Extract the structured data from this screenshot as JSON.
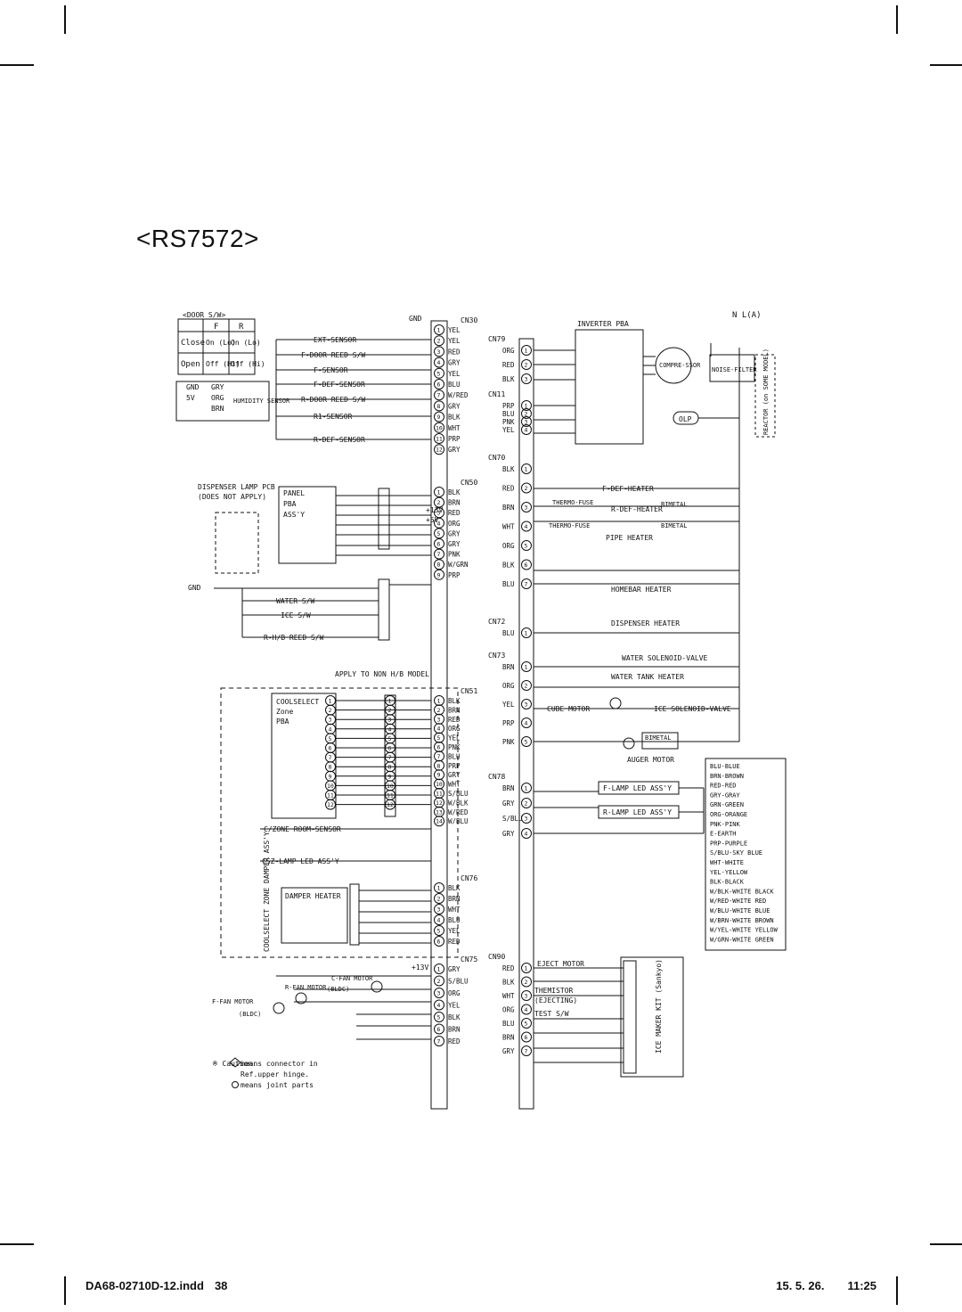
{
  "title": "<RS7572>",
  "footer": {
    "file": "DA68-02710D-12.indd",
    "page": "38",
    "date": "15. 5. 26.",
    "time": "11:25"
  },
  "door_table": {
    "header": "<DOOR S/W>",
    "cols": [
      "F",
      "R"
    ],
    "rows": [
      {
        "label": "Close",
        "f": "On (Lo)",
        "r": "On (Lo)"
      },
      {
        "label": "Open",
        "f": "Off (Hi)",
        "r": "Off (Hi)"
      }
    ]
  },
  "humidity": {
    "pins": [
      "GND",
      "5V",
      "ORG",
      "BRN",
      "GRY"
    ],
    "label": "HUMIDITY SENSOR"
  },
  "sensors": [
    "EXT-SENSOR",
    "F-DOOR REED S/W",
    "F-SENSOR",
    "F-DEF-SENSOR",
    "R-DOOR REED S/W",
    "R1-SENSOR",
    "R-DEF-SENSOR"
  ],
  "left_connectors": {
    "CN30": [
      "YEL",
      "YEL",
      "RED",
      "GRY",
      "YEL",
      "BLU",
      "W/RED",
      "GRY",
      "BLK",
      "WHT",
      "PRP",
      "GRY"
    ],
    "CN50": [
      "BLK",
      "BRN",
      "RED",
      "ORG",
      "GRY",
      "GRY",
      "PNK",
      "W/GRN",
      "PRP"
    ],
    "CN51": [
      "BLK",
      "BRN",
      "RED",
      "ORG",
      "YEL",
      "PNK",
      "BLU",
      "PRP",
      "GRY",
      "WHT",
      "S/BLU",
      "W/BLK",
      "W/RED",
      "W/BLU"
    ],
    "CN76": [
      "BLK",
      "BRN",
      "WHT",
      "BLU",
      "YEL",
      "RED"
    ],
    "CN75": [
      "GRY",
      "S/BLU",
      "ORG",
      "YEL",
      "BLK",
      "BRN",
      "RED"
    ]
  },
  "right_connectors": {
    "CN79": [
      "ORG",
      "RED",
      "BLK"
    ],
    "CN11": [
      "PRP",
      "BLU",
      "PNK",
      "YEL"
    ],
    "CN70": [
      "BLK",
      "RED",
      "BRN",
      "WHT",
      "ORG",
      "BLK",
      "BLU"
    ],
    "CN72": [
      "BLU"
    ],
    "CN73": [
      "BRN",
      "ORG",
      "YEL",
      "PRP",
      "PNK"
    ],
    "CN78": [
      "BRN",
      "GRY",
      "S/BLU",
      "GRY"
    ],
    "CN90": [
      "RED",
      "BLK",
      "WHT",
      "ORG",
      "BLU",
      "BRN",
      "GRY"
    ]
  },
  "labels": {
    "dispenser_lamp": "DISPENSER LAMP PCB",
    "does_not_apply": "(DOES NOT APPLY)",
    "panel_pba": [
      "PANEL",
      "PBA",
      "ASS'Y"
    ],
    "water_sw": "WATER S/W",
    "ice_sw": "ICE S/W",
    "rhb_reed": "R-H/B REED S/W",
    "apply_non_hb": "APPLY TO NON H/B MODEL",
    "coolselect": [
      "COOLSELECT",
      "Zone",
      "PBA"
    ],
    "czone_sensor": "C/ZONE ROOM-SENSOR",
    "csz_lamp": "CSZ-LAMP LED ASS'Y",
    "damper_heater": "DAMPER HEATER",
    "coolselect_damper": "COOLSELECT ZONE DAMPER ASS'Y",
    "r_fan": "R-FAN MOTOR",
    "c_fan": "C-FAN MOTOR",
    "f_fan": "F-FAN MOTOR",
    "bldc": "(BLDC)",
    "inverter_pba": "INVERTER PBA",
    "compressor": "COMPRE-SSOR",
    "olp": "OLP",
    "noise_filter": "NOISE-FILTER",
    "reactor": "REACTOR (on SOME MODEL)",
    "f_def_heater": "F-DEF-HEATER",
    "r_def_heater": "R-DEF-HEATER",
    "thermo_fuse": "THERMO-FUSE",
    "bimetal": "BIMETAL",
    "pipe_heater": "PIPE HEATER",
    "homebar_heater": "HOMEBAR HEATER",
    "dispenser_heater": "DISPENSER HEATER",
    "water_solenoid": "WATER SOLENOID-VALVE",
    "water_tank_heater": "WATER TANK HEATER",
    "cube_motor": "CUBE MOTOR",
    "ice_solenoid": "ICE SOLENOID-VALVE",
    "auger_motor": "AUGER MOTOR",
    "f_lamp": "F-LAMP LED ASS'Y",
    "r_lamp": "R-LAMP LED ASS'Y",
    "eject_motor": "EJECT MOTOR",
    "themistor": "THEMISTOR",
    "ejecting": "(EJECTING)",
    "test_sw": "TEST S/W",
    "ice_maker_kit": "ICE MAKER KIT (Sankyo)",
    "power": "N  L(A)",
    "caution": "※ Caution:",
    "caution_1": "means connector in",
    "caution_2": "Ref.upper hinge.",
    "caution_3": "means joint parts",
    "plus13v": "+13V",
    "plus5v": "+5V",
    "gnd": "GND"
  },
  "color_legend": [
    "BLU-BLUE",
    "BRN-BROWN",
    "RED-RED",
    "GRY-GRAY",
    "GRN-GREEN",
    "ORG-ORANGE",
    "PNK-PINK",
    "E-EARTH",
    "PRP-PURPLE",
    "S/BLU-SKY BLUE",
    "WHT-WHITE",
    "YEL-YELLOW",
    "BLK-BLACK",
    "W/BLK-WHITE BLACK",
    "W/RED-WHITE RED",
    "W/BLU-WHITE BLUE",
    "W/BRN-WHITE BROWN",
    "W/YEL-WHITE YELLOW",
    "W/GRN-WHITE GREEN"
  ]
}
